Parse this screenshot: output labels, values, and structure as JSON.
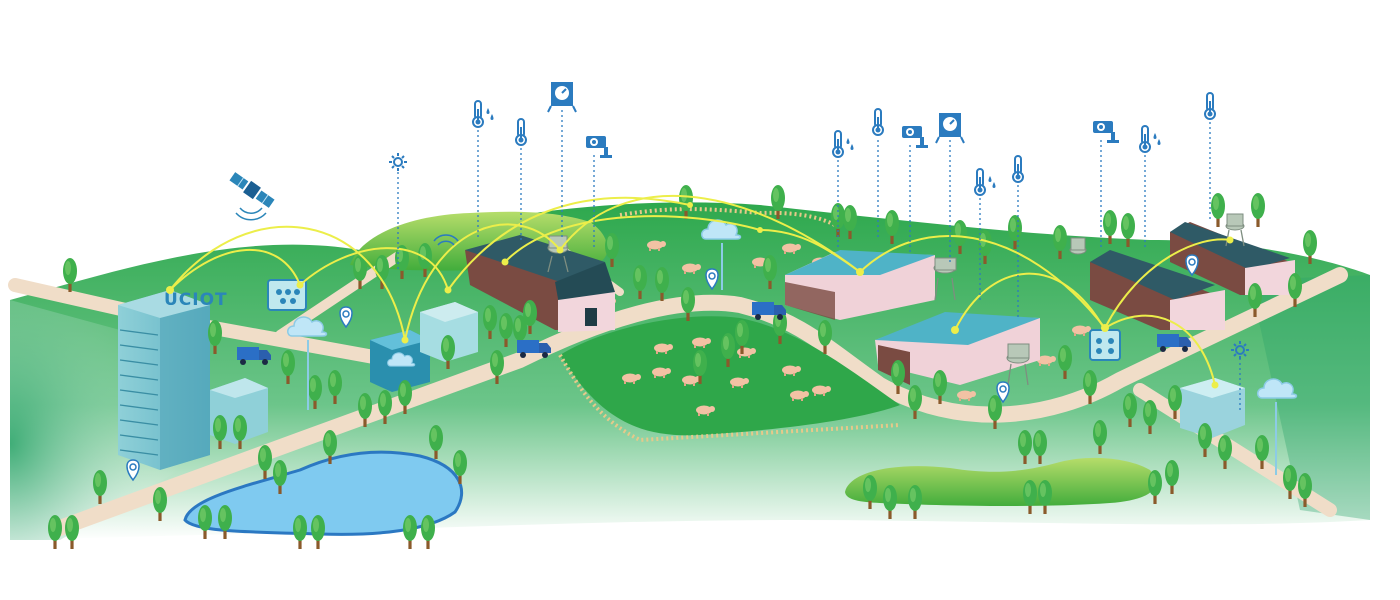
{
  "building_sign": "UCIOT",
  "colors": {
    "grass": "#3fae4f",
    "grass_dark": "#1f9a4a",
    "road": "#f0ddc8",
    "link": "#ecee4a",
    "sensor": "#2b7bbf",
    "roof": "#2f5a66",
    "barn_wall": "#f2d6dc",
    "water": "#7fcaf0"
  },
  "sensors": [
    {
      "name": "thermometer-humidity-sensor",
      "icon": "thermometer-icon"
    },
    {
      "name": "thermometer-sensor",
      "icon": "thermometer-icon"
    },
    {
      "name": "pressure-gauge-sensor",
      "icon": "gauge-icon"
    },
    {
      "name": "security-camera",
      "icon": "camera-icon"
    },
    {
      "name": "light-sensor",
      "icon": "sun-sensor-icon"
    },
    {
      "name": "weather-satellite",
      "icon": "satellite-icon"
    }
  ],
  "facilities": [
    "data-center-tower",
    "cloud-server",
    "livestock-barn",
    "water-tower",
    "pig-pasture",
    "pond",
    "delivery-truck"
  ]
}
